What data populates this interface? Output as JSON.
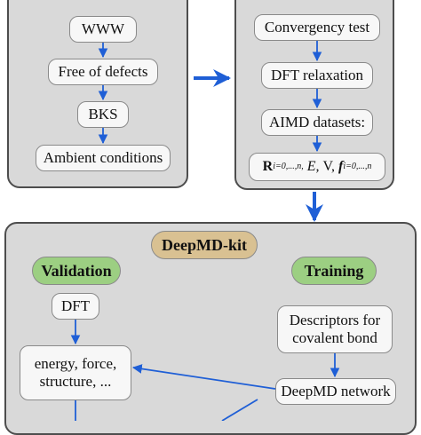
{
  "left_panel": {
    "nodes": [
      "WWW",
      "Free of defects",
      "BKS",
      "Ambient conditions"
    ]
  },
  "right_panel": {
    "nodes": [
      "Convergency test",
      "DFT relaxation",
      "AIMD datasets:"
    ],
    "formula": {
      "R": "R",
      "R_sub": "i=0,...,n,",
      "E": "E,",
      "V": "V,",
      "f": "f",
      "f_sub": "i=0,...,n"
    }
  },
  "deepmd_panel": {
    "title": "DeepMD-kit",
    "validation_label": "Validation",
    "training_label": "Training",
    "dft": "DFT",
    "energy": "energy, force, structure, ...",
    "descriptors": "Descriptors for covalent bond",
    "network": "DeepMD network"
  },
  "colors": {
    "panel_bg": "#d9d9d9",
    "node_bg": "#f7f7f7",
    "arrow": "#1f5fd6",
    "kit_pill": "#d9c192",
    "green_pill": "#9ccf82"
  }
}
